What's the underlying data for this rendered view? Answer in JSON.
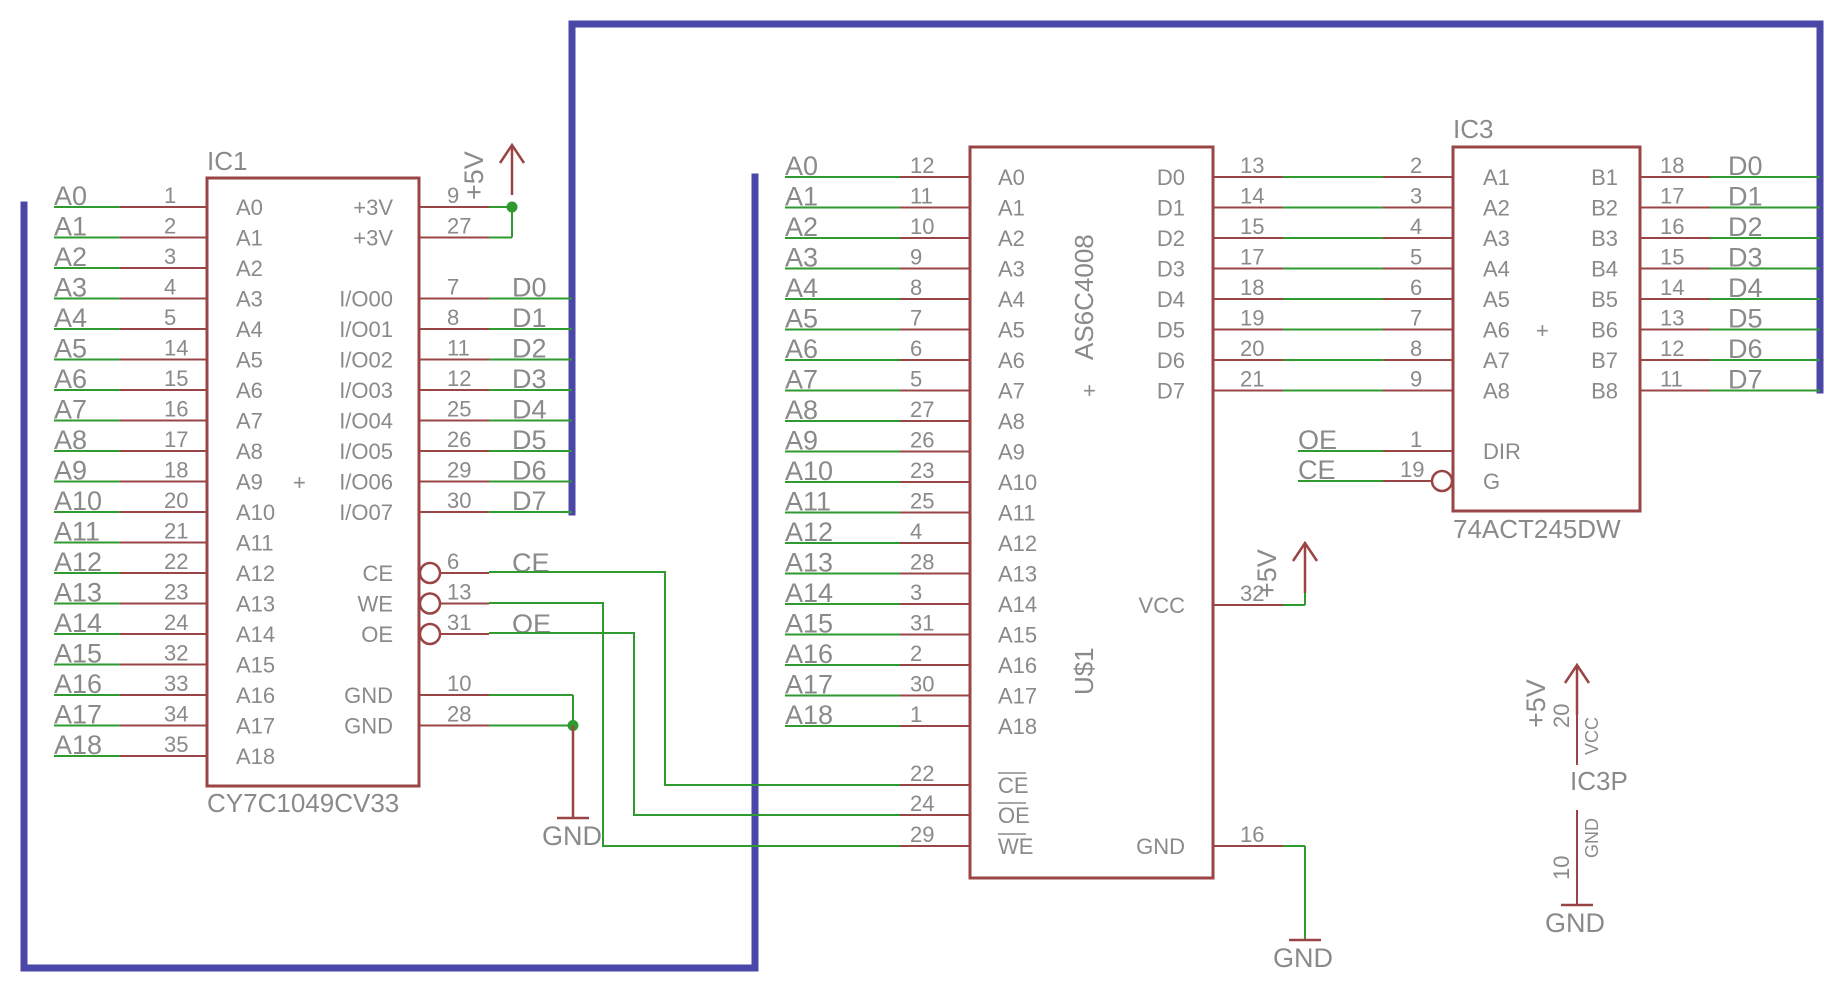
{
  "ic1": {
    "name": "IC1",
    "value": "CY7C1049CV33",
    "left_pins": [
      {
        "label": "A0",
        "num": "1"
      },
      {
        "label": "A1",
        "num": "2"
      },
      {
        "label": "A2",
        "num": "3"
      },
      {
        "label": "A3",
        "num": "4"
      },
      {
        "label": "A4",
        "num": "5"
      },
      {
        "label": "A5",
        "num": "14"
      },
      {
        "label": "A6",
        "num": "15"
      },
      {
        "label": "A7",
        "num": "16"
      },
      {
        "label": "A8",
        "num": "17"
      },
      {
        "label": "A9",
        "num": "18"
      },
      {
        "label": "A10",
        "num": "20"
      },
      {
        "label": "A11",
        "num": "21"
      },
      {
        "label": "A12",
        "num": "22"
      },
      {
        "label": "A13",
        "num": "23"
      },
      {
        "label": "A14",
        "num": "24"
      },
      {
        "label": "A15",
        "num": "32"
      },
      {
        "label": "A16",
        "num": "33"
      },
      {
        "label": "A17",
        "num": "34"
      },
      {
        "label": "A18",
        "num": "35"
      }
    ],
    "left_nets": [
      "A0",
      "A1",
      "A2",
      "A3",
      "A4",
      "A5",
      "A6",
      "A7",
      "A8",
      "A9",
      "A10",
      "A11",
      "A12",
      "A13",
      "A14",
      "A15",
      "A16",
      "A17",
      "A18"
    ],
    "right_pins": [
      {
        "label": "+3V",
        "num": "9",
        "row": 0
      },
      {
        "label": "+3V",
        "num": "27",
        "row": 1
      },
      {
        "label": "I/O00",
        "num": "7",
        "row": 3
      },
      {
        "label": "I/O01",
        "num": "8",
        "row": 4
      },
      {
        "label": "I/O02",
        "num": "11",
        "row": 5
      },
      {
        "label": "I/O03",
        "num": "12",
        "row": 6
      },
      {
        "label": "I/O04",
        "num": "25",
        "row": 7
      },
      {
        "label": "I/O05",
        "num": "26",
        "row": 8
      },
      {
        "label": "I/O06",
        "num": "29",
        "row": 9
      },
      {
        "label": "I/O07",
        "num": "30",
        "row": 10
      },
      {
        "label": "CE",
        "num": "6",
        "row": 12
      },
      {
        "label": "WE",
        "num": "13",
        "row": 13
      },
      {
        "label": "OE",
        "num": "31",
        "row": 14
      },
      {
        "label": "GND",
        "num": "10",
        "row": 16
      },
      {
        "label": "GND",
        "num": "28",
        "row": 17
      }
    ],
    "data_nets": [
      "D0",
      "D1",
      "D2",
      "D3",
      "D4",
      "D5",
      "D6",
      "D7"
    ],
    "ctrl_nets": {
      "ce": "CE",
      "oe": "OE"
    }
  },
  "us1": {
    "name": "U$1",
    "value": "AS6C4008",
    "left_pins": [
      {
        "label": "A0",
        "num": "12"
      },
      {
        "label": "A1",
        "num": "11"
      },
      {
        "label": "A2",
        "num": "10"
      },
      {
        "label": "A3",
        "num": "9"
      },
      {
        "label": "A4",
        "num": "8"
      },
      {
        "label": "A5",
        "num": "7"
      },
      {
        "label": "A6",
        "num": "6"
      },
      {
        "label": "A7",
        "num": "5"
      },
      {
        "label": "A8",
        "num": "27"
      },
      {
        "label": "A9",
        "num": "26"
      },
      {
        "label": "A10",
        "num": "23"
      },
      {
        "label": "A11",
        "num": "25"
      },
      {
        "label": "A12",
        "num": "4"
      },
      {
        "label": "A13",
        "num": "28"
      },
      {
        "label": "A14",
        "num": "3"
      },
      {
        "label": "A15",
        "num": "31"
      },
      {
        "label": "A16",
        "num": "2"
      },
      {
        "label": "A17",
        "num": "30"
      },
      {
        "label": "A18",
        "num": "1"
      }
    ],
    "left_nets": [
      "A0",
      "A1",
      "A2",
      "A3",
      "A4",
      "A5",
      "A6",
      "A7",
      "A8",
      "A9",
      "A10",
      "A11",
      "A12",
      "A13",
      "A14",
      "A15",
      "A16",
      "A17",
      "A18"
    ],
    "ctrl_pins": [
      {
        "label": "CE",
        "num": "22"
      },
      {
        "label": "OE",
        "num": "24"
      },
      {
        "label": "WE",
        "num": "29"
      }
    ],
    "right_pins": [
      {
        "label": "D0",
        "num": "13"
      },
      {
        "label": "D1",
        "num": "14"
      },
      {
        "label": "D2",
        "num": "15"
      },
      {
        "label": "D3",
        "num": "17"
      },
      {
        "label": "D4",
        "num": "18"
      },
      {
        "label": "D5",
        "num": "19"
      },
      {
        "label": "D6",
        "num": "20"
      },
      {
        "label": "D7",
        "num": "21"
      }
    ],
    "vcc": {
      "label": "VCC",
      "num": "32"
    },
    "gnd": {
      "label": "GND",
      "num": "16"
    }
  },
  "ic3": {
    "name": "IC3",
    "value": "74ACT245DW",
    "left_pins": [
      {
        "label": "A1",
        "num": "2"
      },
      {
        "label": "A2",
        "num": "3"
      },
      {
        "label": "A3",
        "num": "4"
      },
      {
        "label": "A4",
        "num": "5"
      },
      {
        "label": "A5",
        "num": "6"
      },
      {
        "label": "A6",
        "num": "7"
      },
      {
        "label": "A7",
        "num": "8"
      },
      {
        "label": "A8",
        "num": "9"
      }
    ],
    "right_pins": [
      {
        "label": "B1",
        "num": "18"
      },
      {
        "label": "B2",
        "num": "17"
      },
      {
        "label": "B3",
        "num": "16"
      },
      {
        "label": "B4",
        "num": "15"
      },
      {
        "label": "B5",
        "num": "14"
      },
      {
        "label": "B6",
        "num": "13"
      },
      {
        "label": "B7",
        "num": "12"
      },
      {
        "label": "B8",
        "num": "11"
      }
    ],
    "right_nets": [
      "D0",
      "D1",
      "D2",
      "D3",
      "D4",
      "D5",
      "D6",
      "D7"
    ],
    "dir": {
      "label": "DIR",
      "num": "1",
      "net": "OE"
    },
    "g": {
      "label": "G",
      "num": "19",
      "net": "CE"
    }
  },
  "ic3p": {
    "name": "IC3P",
    "vcc_label": "VCC",
    "vcc_num": "20",
    "gnd_label": "GND",
    "gnd_num": "10"
  },
  "supplies": {
    "plus5v": "+5V",
    "gnd": "GND"
  }
}
